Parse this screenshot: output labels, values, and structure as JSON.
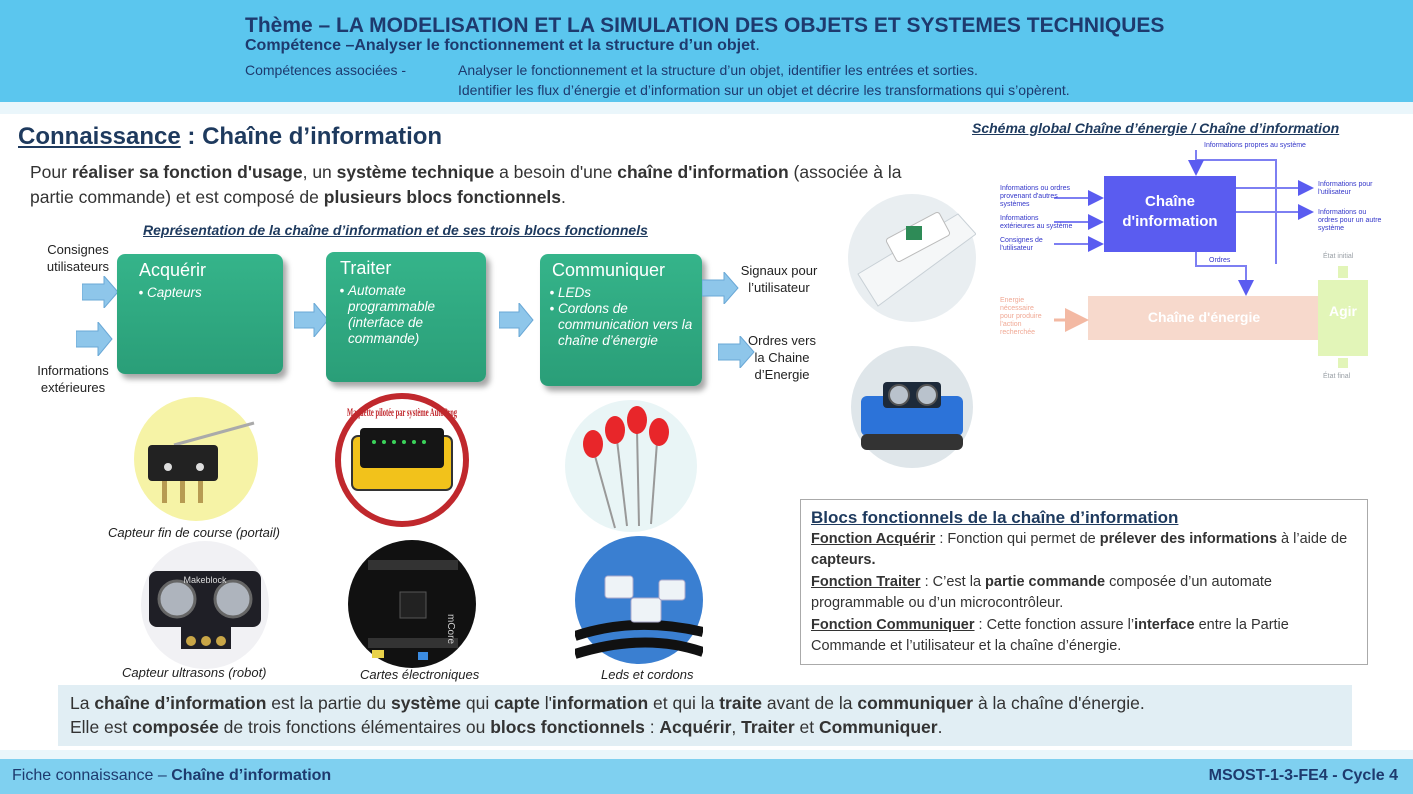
{
  "header": {
    "theme": "Thème – LA MODELISATION ET LA SIMULATION DES OBJETS ET SYSTEMES TECHNIQUES",
    "competence_prefix": "Compétence –",
    "competence_text": "Analyser le fonctionnement et la structure d’un objet",
    "assoc_label": "Compétences associées -",
    "assoc_line1": "Analyser le fonctionnement et la structure d’un objet, identifier les entrées et sorties.",
    "assoc_line2": "Identifier les flux d’énergie et d’information sur un objet et décrire les transformations qui s’opèrent."
  },
  "title": {
    "word": "Connaissance",
    "rest": " : Chaîne d’information"
  },
  "intro": {
    "p1": "Pour ",
    "b1": "réaliser sa fonction d'usage",
    "p2": ", un ",
    "b2": "système technique",
    "p3": " a besoin d'une ",
    "b3": "chaîne d'information",
    "p4": " (associée à la partie commande) et est composé de ",
    "b4": "plusieurs blocs fonctionnels",
    "p5": "."
  },
  "representation_title": "Représentation de la chaîne d’information et de ses trois blocs fonctionnels",
  "inputs": {
    "consignes": "Consignes utilisateurs",
    "infos_ext": "Informations extérieures"
  },
  "blocks": [
    {
      "title": "Acquérir",
      "items": [
        "Capteurs"
      ]
    },
    {
      "title": "Traiter",
      "items": [
        "Automate programmable (interface de commande)"
      ]
    },
    {
      "title": "Communiquer",
      "items": [
        "LEDs",
        "Cordons de communication vers la chaîne d’énergie"
      ]
    }
  ],
  "outputs": {
    "signaux": "Signaux pour l’utilisateur",
    "ordres": "Ordres vers la Chaine d’Energie"
  },
  "captions": {
    "fin_course": "Capteur fin de course (portail)",
    "ultrasons": "Capteur ultrasons (robot)",
    "cartes": "Cartes électroniques",
    "leds": "Leds et cordons"
  },
  "maquette_text": "Maquette pilotée par système AutoProg",
  "board_label": "mCore",
  "sensor_label": "Makeblock",
  "schema": {
    "title": "Schéma global Chaîne d’énergie / Chaîne d’information",
    "chaine_info": "Chaîne d'information",
    "chaine_energie": "Chaîne d'énergie",
    "agir": "Agir",
    "infos_propres": "Informations propres au système",
    "in1": "Informations ou ordres provenant d'autres systèmes",
    "in2": "Informations extérieures au système",
    "in3": "Consignes de l'utilisateur",
    "out1": "Informations pour l'utilisateur",
    "out2": "Informations ou ordres pour un autre système",
    "ordres": "Ordres",
    "energie": "Energie nécessaire pour produire l'action recherchée",
    "etat_initial": "État initial",
    "etat_final": "État final"
  },
  "blocs_box": {
    "title": "Blocs fonctionnels de la chaîne d’information",
    "acq_label": "Fonction Acquérir",
    "acq_t1": " : Fonction qui permet de ",
    "acq_b1": "prélever des informations",
    "acq_t2": " à l’aide de ",
    "acq_b2": "capteurs.",
    "tra_label": "Fonction Traiter",
    "tra_t1": " : C’est la ",
    "tra_b1": "partie commande",
    "tra_t2": " composée d’un automate programmable ou d’un microcontrôleur.",
    "com_label": "Fonction Communiquer",
    "com_t1": " : Cette fonction assure l’",
    "com_b1": "interface",
    "com_t2": " entre la Partie Commande et l’utilisateur et la chaîne d’énergie."
  },
  "summary": {
    "l1_a": "La ",
    "l1_b": "chaîne d’information",
    "l1_c": " est la partie du ",
    "l1_d": "système",
    "l1_e": " qui ",
    "l1_f": "capte",
    "l1_g": " l'",
    "l1_h": "information",
    "l1_i": " et qui la ",
    "l1_j": "traite",
    "l1_k": " avant de la ",
    "l1_l": "communiquer",
    "l1_m": " à la chaîne d'énergie.",
    "l2_a": "Elle est ",
    "l2_b": "composée",
    "l2_c": " de trois fonctions élémentaires ou ",
    "l2_d": "blocs fonctionnels",
    "l2_e": " : ",
    "l2_f": "Acquérir",
    "l2_g": ", ",
    "l2_h": "Traiter",
    "l2_i": " et ",
    "l2_j": "Communiquer",
    "l2_k": "."
  },
  "footer": {
    "left_prefix": "Fiche connaissance – ",
    "left_bold": "Chaîne d’information",
    "right": "MSOST-1-3-FE4 - Cycle 4"
  },
  "colors": {
    "header_bg": "#5bc6ee",
    "block_green": "#2fa880",
    "chaine_info_blue": "#5a5cf0",
    "chaine_energie_pink": "#f7d9cc",
    "agir_green": "#e2f5b8"
  }
}
